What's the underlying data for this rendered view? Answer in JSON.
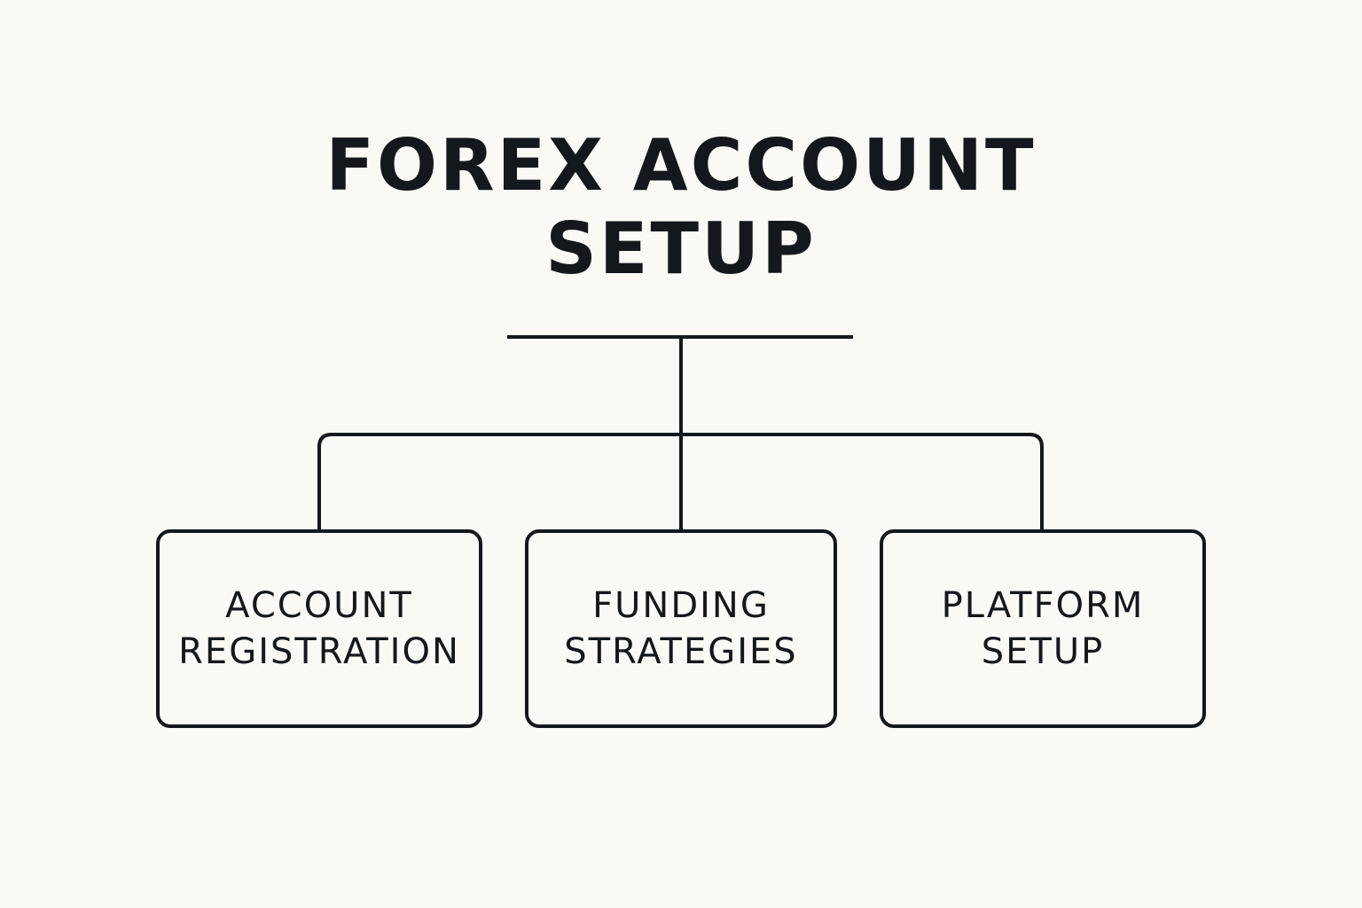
{
  "title": {
    "line1": "FOREX ACCOUNT",
    "line2": "SETUP"
  },
  "nodes": [
    {
      "line1": "ACCOUNT",
      "line2": "REGISTRATION"
    },
    {
      "line1": "FUNDING",
      "line2": "STRATEGIES"
    },
    {
      "line1": "PLATFORM",
      "line2": "SETUP"
    }
  ],
  "colors": {
    "background": "#fbf9f6",
    "ink": "#14181c"
  }
}
